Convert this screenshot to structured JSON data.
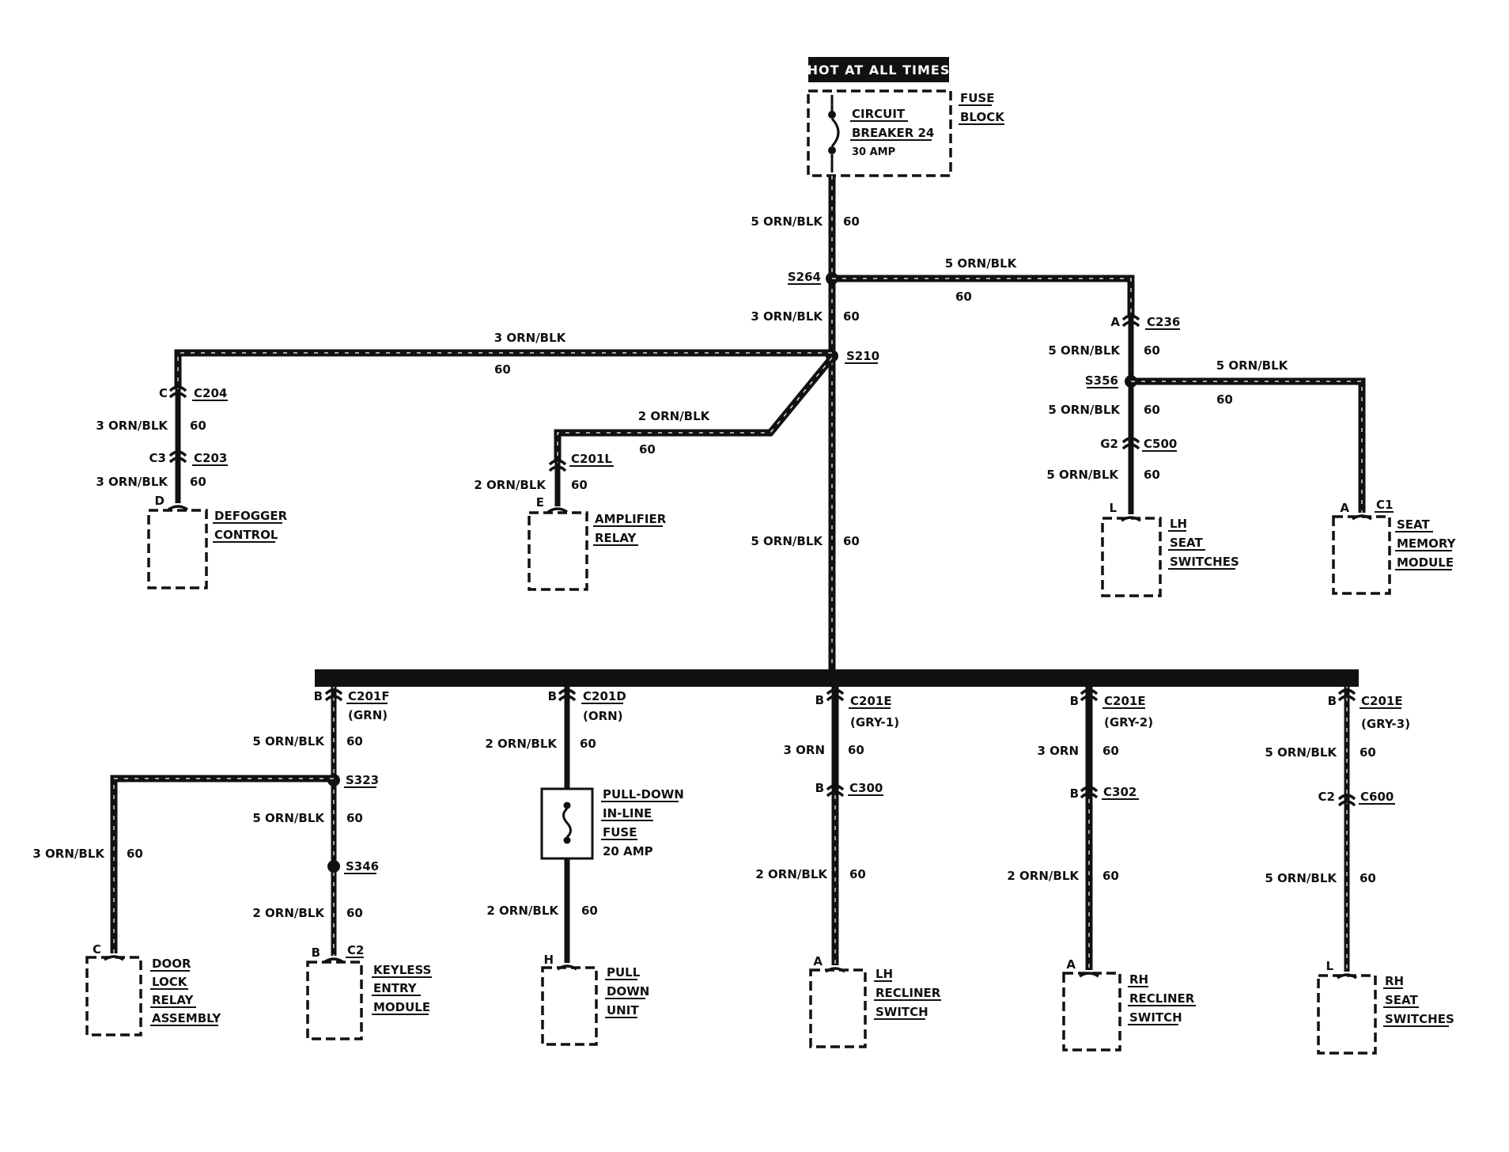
{
  "header": {
    "hot_label": "HOT AT ALL TIMES"
  },
  "fuse_block": {
    "title_line1": "FUSE",
    "title_line2": "BLOCK",
    "breaker_line1": "CIRCUIT",
    "breaker_line2": "BREAKER 24",
    "breaker_rating": "30 AMP"
  },
  "wires": {
    "main_top": {
      "size_color": "5 ORN/BLK",
      "circuit": "60"
    },
    "s264_to_s210": {
      "size_color": "3 ORN/BLK",
      "circuit": "60"
    },
    "s264_right": {
      "size_color": "5 ORN/BLK",
      "circuit": "60"
    },
    "s210_left": {
      "size_color": "3 ORN/BLK",
      "circuit": "60"
    },
    "s210_amp": {
      "size_color": "2 ORN/BLK",
      "circuit": "60"
    },
    "s210_down": {
      "size_color": "5 ORN/BLK",
      "circuit": "60"
    },
    "c204_c203": {
      "size_color": "3 ORN/BLK",
      "circuit": "60"
    },
    "c203_defog": {
      "size_color": "3 ORN/BLK",
      "circuit": "60"
    },
    "c201l_amp": {
      "size_color": "2 ORN/BLK",
      "circuit": "60"
    },
    "c236_s356": {
      "size_color": "5 ORN/BLK",
      "circuit": "60"
    },
    "s356_right": {
      "size_color": "5 ORN/BLK",
      "circuit": "60"
    },
    "s356_c500": {
      "size_color": "5 ORN/BLK",
      "circuit": "60"
    },
    "c500_lhseat": {
      "size_color": "5 ORN/BLK",
      "circuit": "60"
    },
    "c201f_s323": {
      "size_color": "5 ORN/BLK",
      "circuit": "60"
    },
    "s323_door": {
      "size_color": "3 ORN/BLK",
      "circuit": "60"
    },
    "s323_s346": {
      "size_color": "5 ORN/BLK",
      "circuit": "60"
    },
    "s346_keyless": {
      "size_color": "2 ORN/BLK",
      "circuit": "60"
    },
    "c201d_fuse": {
      "size_color": "2 ORN/BLK",
      "circuit": "60"
    },
    "fuse_pulldown": {
      "size_color": "2 ORN/BLK",
      "circuit": "60"
    },
    "c201e1_c300": {
      "size_color": "3 ORN",
      "circuit": "60"
    },
    "c300_lhrec": {
      "size_color": "2 ORN/BLK",
      "circuit": "60"
    },
    "c201e2_c302": {
      "size_color": "3 ORN",
      "circuit": "60"
    },
    "c302_rhrec": {
      "size_color": "2 ORN/BLK",
      "circuit": "60"
    },
    "c201e3_c600": {
      "size_color": "5 ORN/BLK",
      "circuit": "60"
    },
    "c600_rhseat": {
      "size_color": "5 ORN/BLK",
      "circuit": "60"
    }
  },
  "splices": {
    "s264": "S264",
    "s210": "S210",
    "s356": "S356",
    "s323": "S323",
    "s346": "S346"
  },
  "connectors": {
    "c204": {
      "id": "C204",
      "pin": "C"
    },
    "c203": {
      "id": "C203",
      "pin": "C3"
    },
    "c201l": {
      "id": "C201L"
    },
    "c236": {
      "id": "C236",
      "pin": "A"
    },
    "c500": {
      "id": "C500",
      "pin": "G2"
    },
    "c201f": {
      "id": "C201F",
      "pin": "B",
      "color": "(GRN)"
    },
    "c201d": {
      "id": "C201D",
      "pin": "B",
      "color": "(ORN)"
    },
    "c201e1": {
      "id": "C201E",
      "pin": "B",
      "color": "(GRY-1)"
    },
    "c201e2": {
      "id": "C201E",
      "pin": "B",
      "color": "(GRY-2)"
    },
    "c201e3": {
      "id": "C201E",
      "pin": "B",
      "color": "(GRY-3)"
    },
    "c300": {
      "id": "C300",
      "pin": "B"
    },
    "c302": {
      "id": "C302",
      "pin": "B"
    },
    "c600": {
      "id": "C600",
      "pin": "C2"
    }
  },
  "components": {
    "defogger": {
      "pin": "D",
      "lines": [
        "DEFOGGER",
        "CONTROL"
      ]
    },
    "amplifier": {
      "pin": "E",
      "lines": [
        "AMPLIFIER",
        "RELAY"
      ]
    },
    "lh_seat": {
      "pin": "L",
      "lines": [
        "LH",
        "SEAT",
        "SWITCHES"
      ]
    },
    "seat_memory": {
      "pin": "A",
      "connector": "C1",
      "lines": [
        "SEAT",
        "MEMORY",
        "MODULE"
      ]
    },
    "door_lock": {
      "pin": "C",
      "lines": [
        "DOOR",
        "LOCK",
        "RELAY",
        "ASSEMBLY"
      ]
    },
    "keyless": {
      "pin": "B",
      "connector": "C2",
      "lines": [
        "KEYLESS",
        "ENTRY",
        "MODULE"
      ]
    },
    "inline_fuse": {
      "lines": [
        "PULL-DOWN",
        "IN-LINE",
        "FUSE",
        "20 AMP"
      ]
    },
    "pulldown": {
      "pin": "H",
      "lines": [
        "PULL",
        "DOWN",
        "UNIT"
      ]
    },
    "lh_recliner": {
      "pin": "A",
      "lines": [
        "LH",
        "RECLINER",
        "SWITCH"
      ]
    },
    "rh_recliner": {
      "pin": "A",
      "lines": [
        "RH",
        "RECLINER",
        "SWITCH"
      ]
    },
    "rh_seat": {
      "pin": "L",
      "lines": [
        "RH",
        "SEAT",
        "SWITCHES"
      ]
    }
  }
}
